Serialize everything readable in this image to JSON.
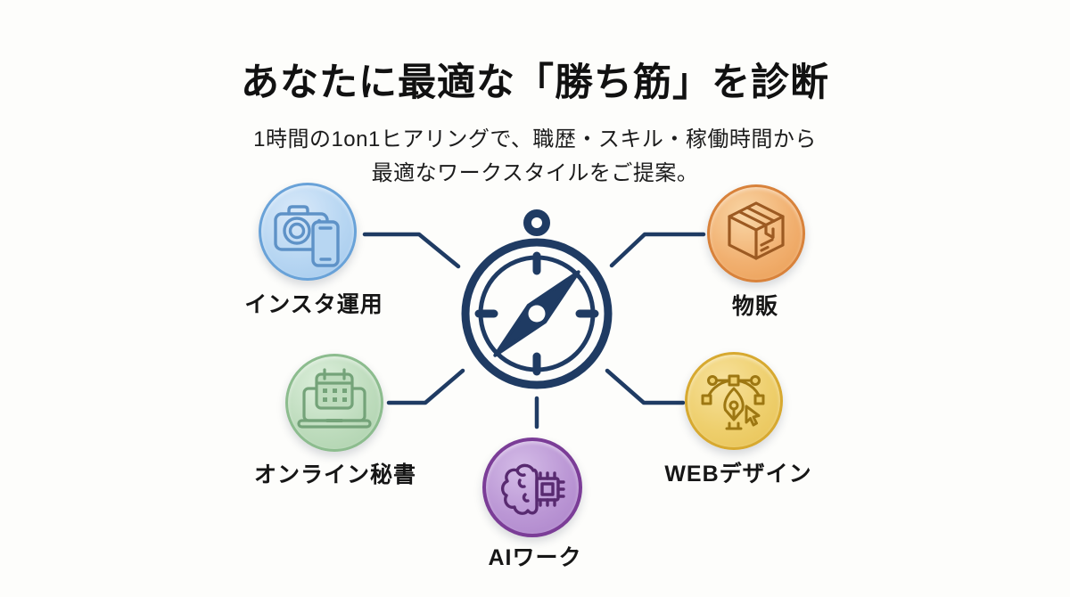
{
  "header": {
    "title": "あなたに最適な「勝ち筋」を診断",
    "subtitle_line1": "1時間の1on1ヒアリングで、職歴・スキル・稼働時間から",
    "subtitle_line2": "最適なワークスタイルをご提案。"
  },
  "diagram": {
    "center_icon": "compass-icon",
    "colors": {
      "accent_navy": "#1f3b63",
      "blue_fill": "#b7d6f2",
      "blue_border": "#69a2d8",
      "blue_stroke": "#5e92c7",
      "orange_fill": "#f1b070",
      "orange_border": "#d8823b",
      "orange_stroke": "#9c5a22",
      "green_fill": "#bedcbd",
      "green_border": "#8cbc8e",
      "green_stroke": "#74a379",
      "yellow_fill": "#eecf6d",
      "yellow_border": "#d7a930",
      "yellow_stroke": "#9d7712",
      "purple_fill": "#bb97d5",
      "purple_border": "#7b3d97",
      "purple_stroke": "#582a70"
    },
    "nodes": [
      {
        "id": "insta",
        "label": "インスタ運用",
        "icon": "camera-phone-icon"
      },
      {
        "id": "buppan",
        "label": "物販",
        "icon": "package-box-icon"
      },
      {
        "id": "secretary",
        "label": "オンライン秘書",
        "icon": "laptop-calendar-icon"
      },
      {
        "id": "webdesign",
        "label": "WEBデザイン",
        "icon": "pen-tool-icon"
      },
      {
        "id": "aiwork",
        "label": "AIワーク",
        "icon": "brain-chip-icon"
      }
    ]
  }
}
